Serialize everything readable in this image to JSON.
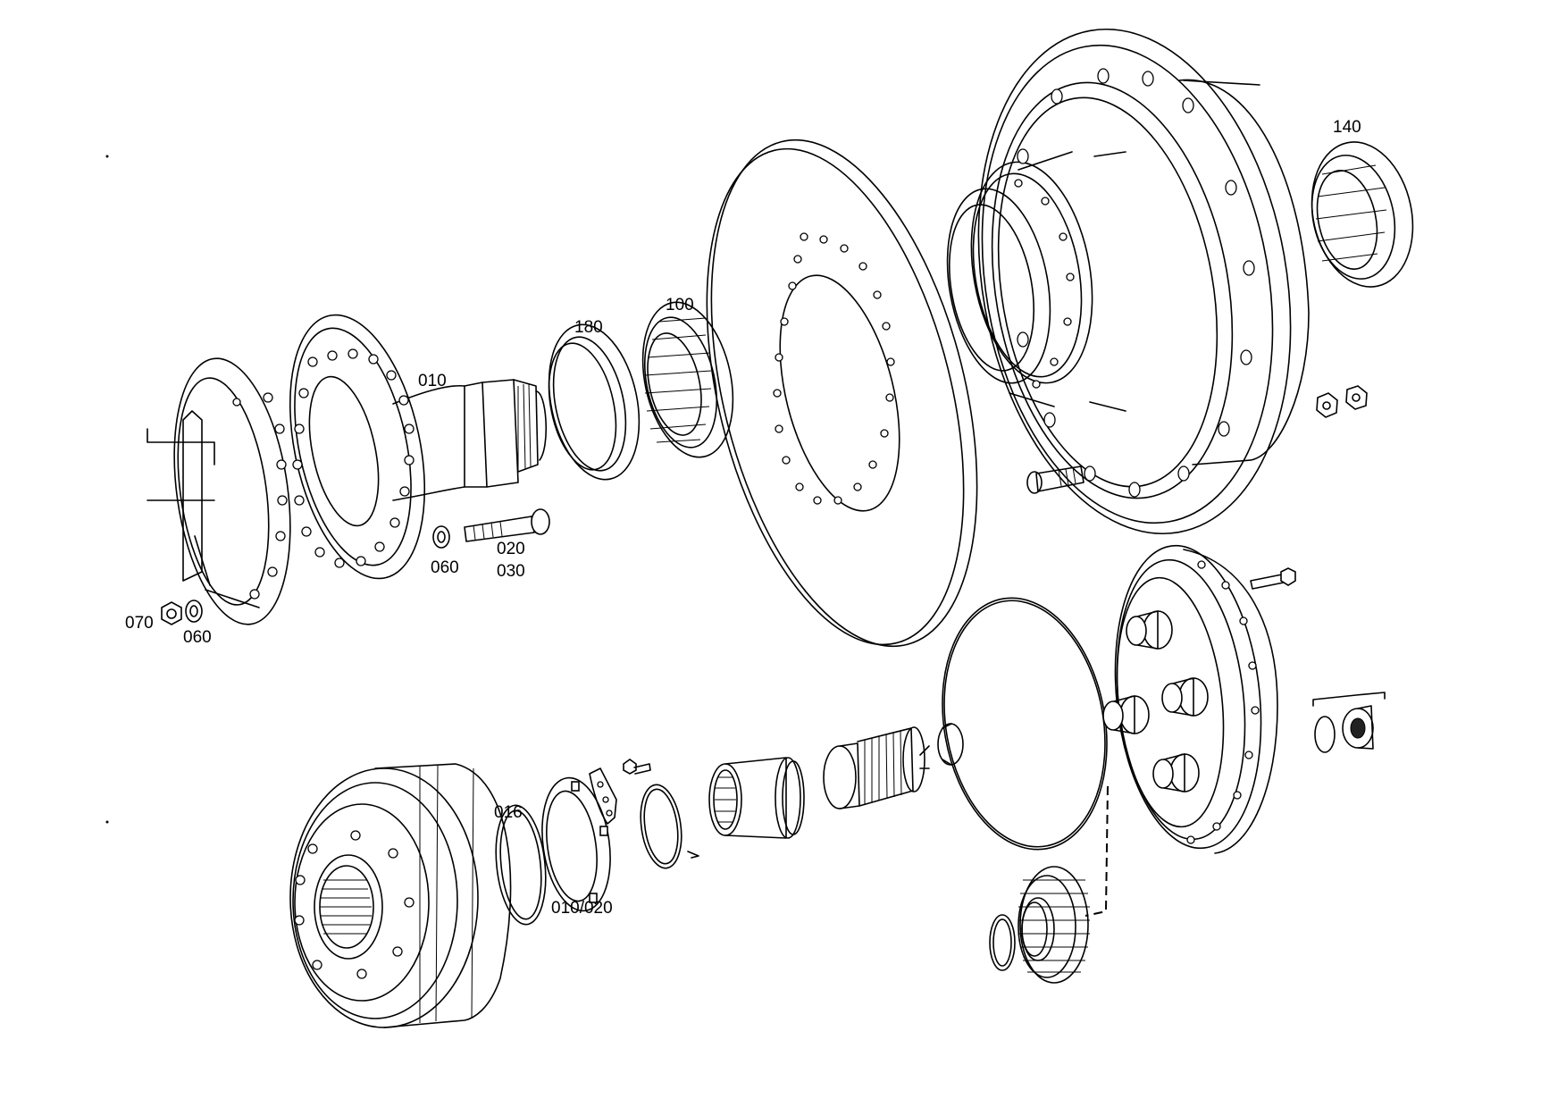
{
  "labels": {
    "l010": "010",
    "l180": "180",
    "l100": "100",
    "l140": "140",
    "l020": "020",
    "l030": "030",
    "l060a": "060",
    "l060b": "060",
    "l070": "070",
    "l016": "016",
    "l010_020": "010/020"
  }
}
